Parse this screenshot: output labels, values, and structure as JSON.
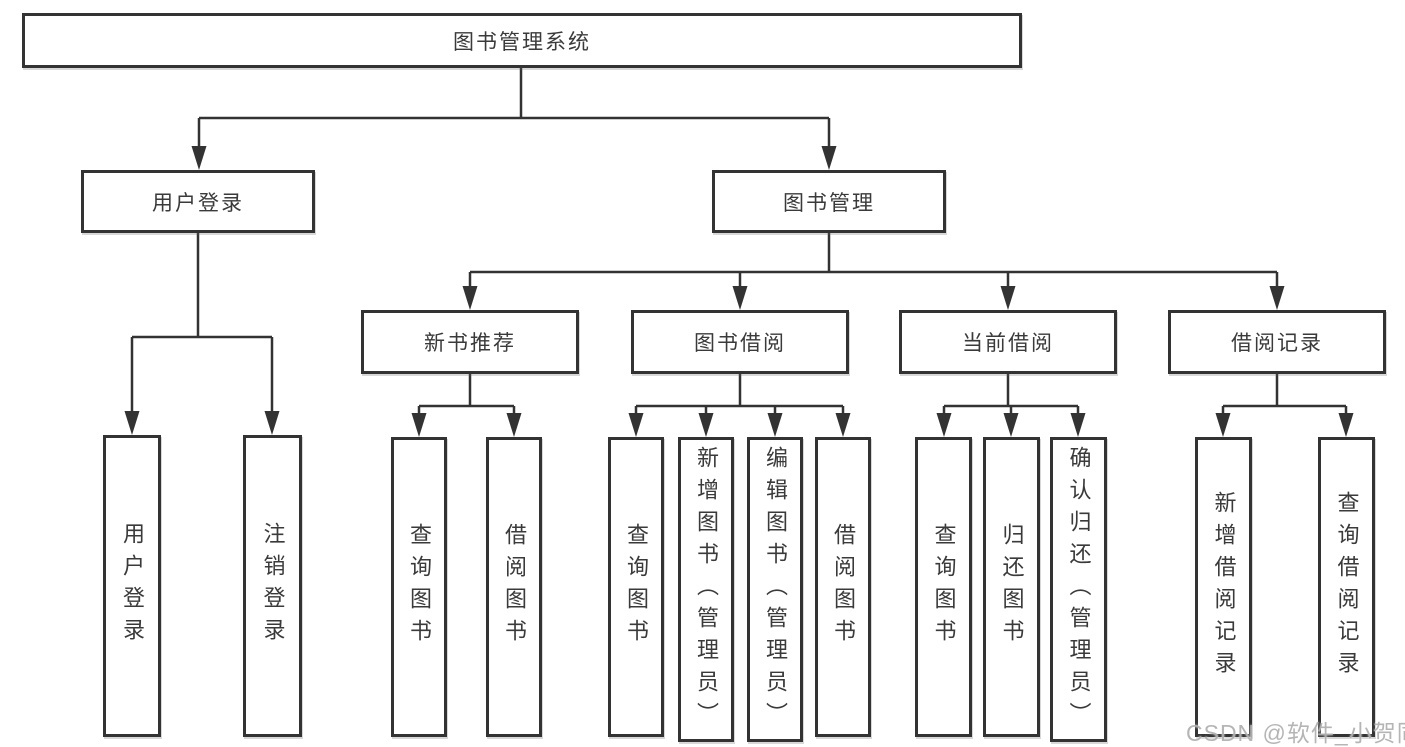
{
  "colors": {
    "line": "#333333",
    "box_border": "#333333",
    "text": "#3a3a3a",
    "watermark": "#adadad",
    "background": "#ffffff"
  },
  "watermark": "CSDN @软件_小贺同学",
  "tree": {
    "root": "图书管理系统",
    "login": {
      "label": "用户登录",
      "children": [
        "用户登录",
        "注销登录"
      ]
    },
    "manage": {
      "label": "图书管理",
      "groups": [
        {
          "label": "新书推荐",
          "children": [
            "查询图书",
            "借阅图书"
          ]
        },
        {
          "label": "图书借阅",
          "children": [
            "查询图书",
            "新增图书（管理员）",
            "编辑图书（管理员）",
            "借阅图书"
          ]
        },
        {
          "label": "当前借阅",
          "children": [
            "查询图书",
            "归还图书",
            "确认归还（管理员）"
          ]
        },
        {
          "label": "借阅记录",
          "children": [
            "新增借阅记录",
            "查询借阅记录"
          ]
        }
      ]
    }
  }
}
